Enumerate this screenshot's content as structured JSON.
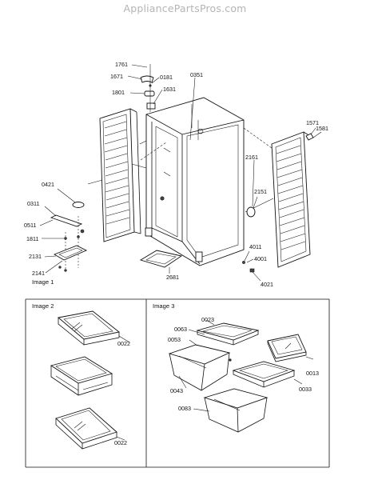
{
  "watermark": "AppliancePartsPros.com",
  "captions": {
    "image1": "Image 1",
    "image2": "Image 2",
    "image3": "Image 3"
  },
  "labels": {
    "p1761": "1761",
    "p1671": "1671",
    "p0181": "0181",
    "p0351": "0351",
    "p1801": "1801",
    "p1631": "1631",
    "p1571": "1571",
    "p1581": "1581",
    "p2161": "2161",
    "p0421": "0421",
    "p2151": "2151",
    "p0311": "0311",
    "p0511": "0511",
    "p1811": "1811",
    "p2131": "2131",
    "p2141": "2141",
    "p2681": "2681",
    "p4011": "4011",
    "p4001": "4001",
    "p4021": "4021",
    "p0022a": "0022",
    "p0022b": "0022",
    "p0063": "0063",
    "p0023": "0023",
    "p0053": "0053",
    "p0013": "0013",
    "p0043": "0043",
    "p0033": "0033",
    "p0083": "0083"
  }
}
